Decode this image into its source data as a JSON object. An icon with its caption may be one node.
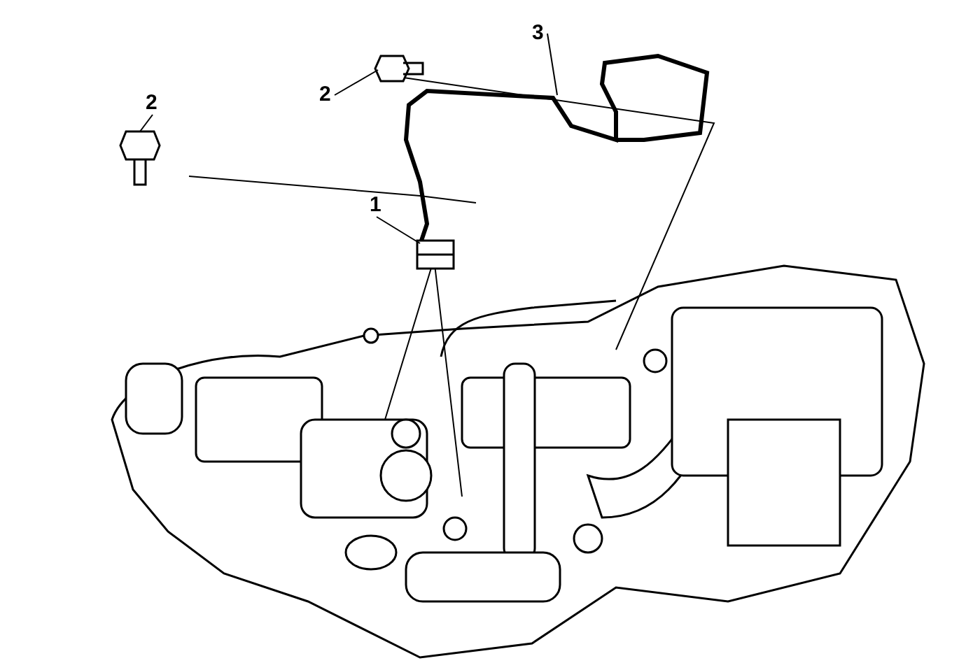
{
  "diagram": {
    "nodes": [
      {
        "text": [
          "2"
        ]
      },
      {
        "text": [
          "2"
        ]
      },
      {
        "text": [
          "3"
        ]
      },
      {
        "text": [
          "1"
        ]
      },
      {
        "text": [],
        "shape": "picture"
      },
      {
        "text": [],
        "shape": "picture"
      },
      {
        "text": [],
        "shape": "picture"
      },
      {
        "text": [],
        "shape": "picture"
      }
    ],
    "edges": [
      {
        "from": 0,
        "to": 4,
        "arrow": "none"
      },
      {
        "from": 1,
        "to": 5,
        "arrow": "none"
      },
      {
        "from": 2,
        "to": 6,
        "arrow": "none"
      },
      {
        "from": 3,
        "to": 7,
        "arrow": "none"
      }
    ]
  }
}
